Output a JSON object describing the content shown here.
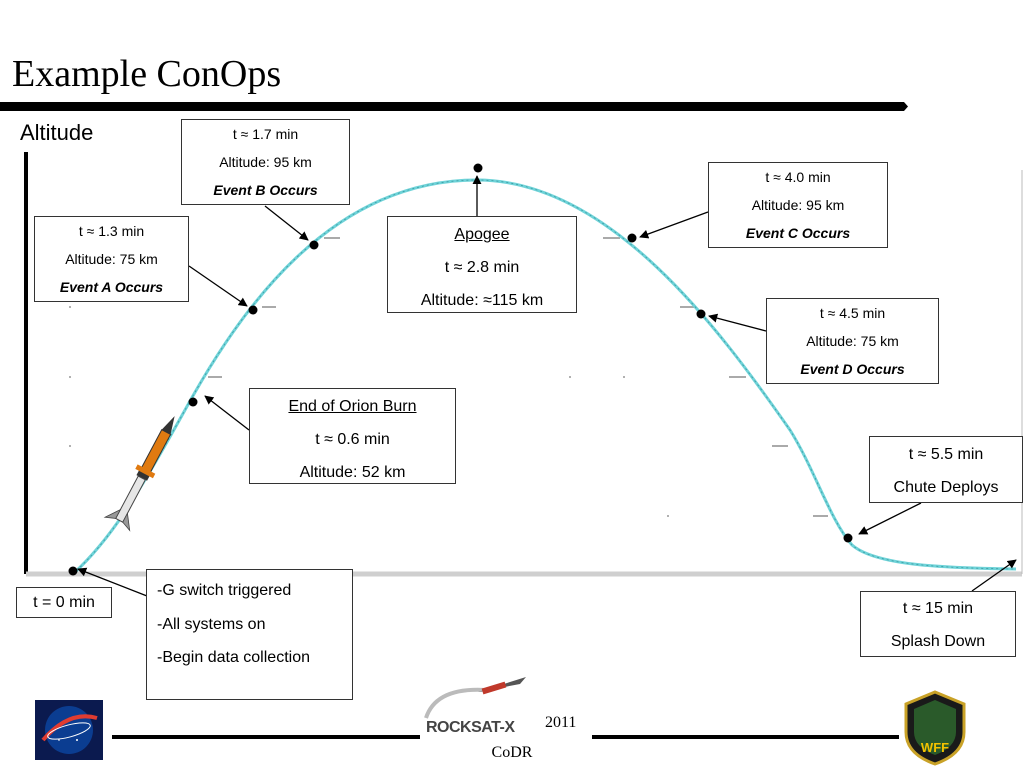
{
  "title": "Example ConOps",
  "axis_label": "Altitude",
  "annotations": {
    "launch": {
      "time": "t = 0 min"
    },
    "launch_notes": {
      "items": [
        "-G switch triggered",
        "-All systems on",
        "-Begin data collection"
      ]
    },
    "orion_burnout": {
      "heading": "End of Orion Burn",
      "time": "t ≈ 0.6 min",
      "altitude": "Altitude: 52 km"
    },
    "event_a": {
      "time": "t ≈ 1.3 min",
      "altitude": "Altitude: 75 km",
      "event": "Event A Occurs"
    },
    "event_b": {
      "time": "t ≈ 1.7 min",
      "altitude": "Altitude: 95 km",
      "event": "Event B Occurs"
    },
    "apogee": {
      "heading": "Apogee",
      "time": "t ≈ 2.8 min",
      "altitude": "Altitude: ≈115 km"
    },
    "event_c": {
      "time": "t ≈ 4.0 min",
      "altitude": "Altitude: 95 km",
      "event": "Event C Occurs"
    },
    "event_d": {
      "time": "t ≈ 4.5 min",
      "altitude": "Altitude: 75 km",
      "event": "Event D Occurs"
    },
    "chute": {
      "time": "t ≈ 5.5 min",
      "event": "Chute Deploys"
    },
    "splash": {
      "time": "t ≈ 15 min",
      "event": "Splash Down"
    }
  },
  "footer": {
    "year": "2011",
    "name": "CoDR",
    "logos": [
      "NASA",
      "ROCKSAT-X",
      "WFF"
    ]
  },
  "colors": {
    "trajectory": "#6fd3d8",
    "ground": "#cccccc"
  }
}
